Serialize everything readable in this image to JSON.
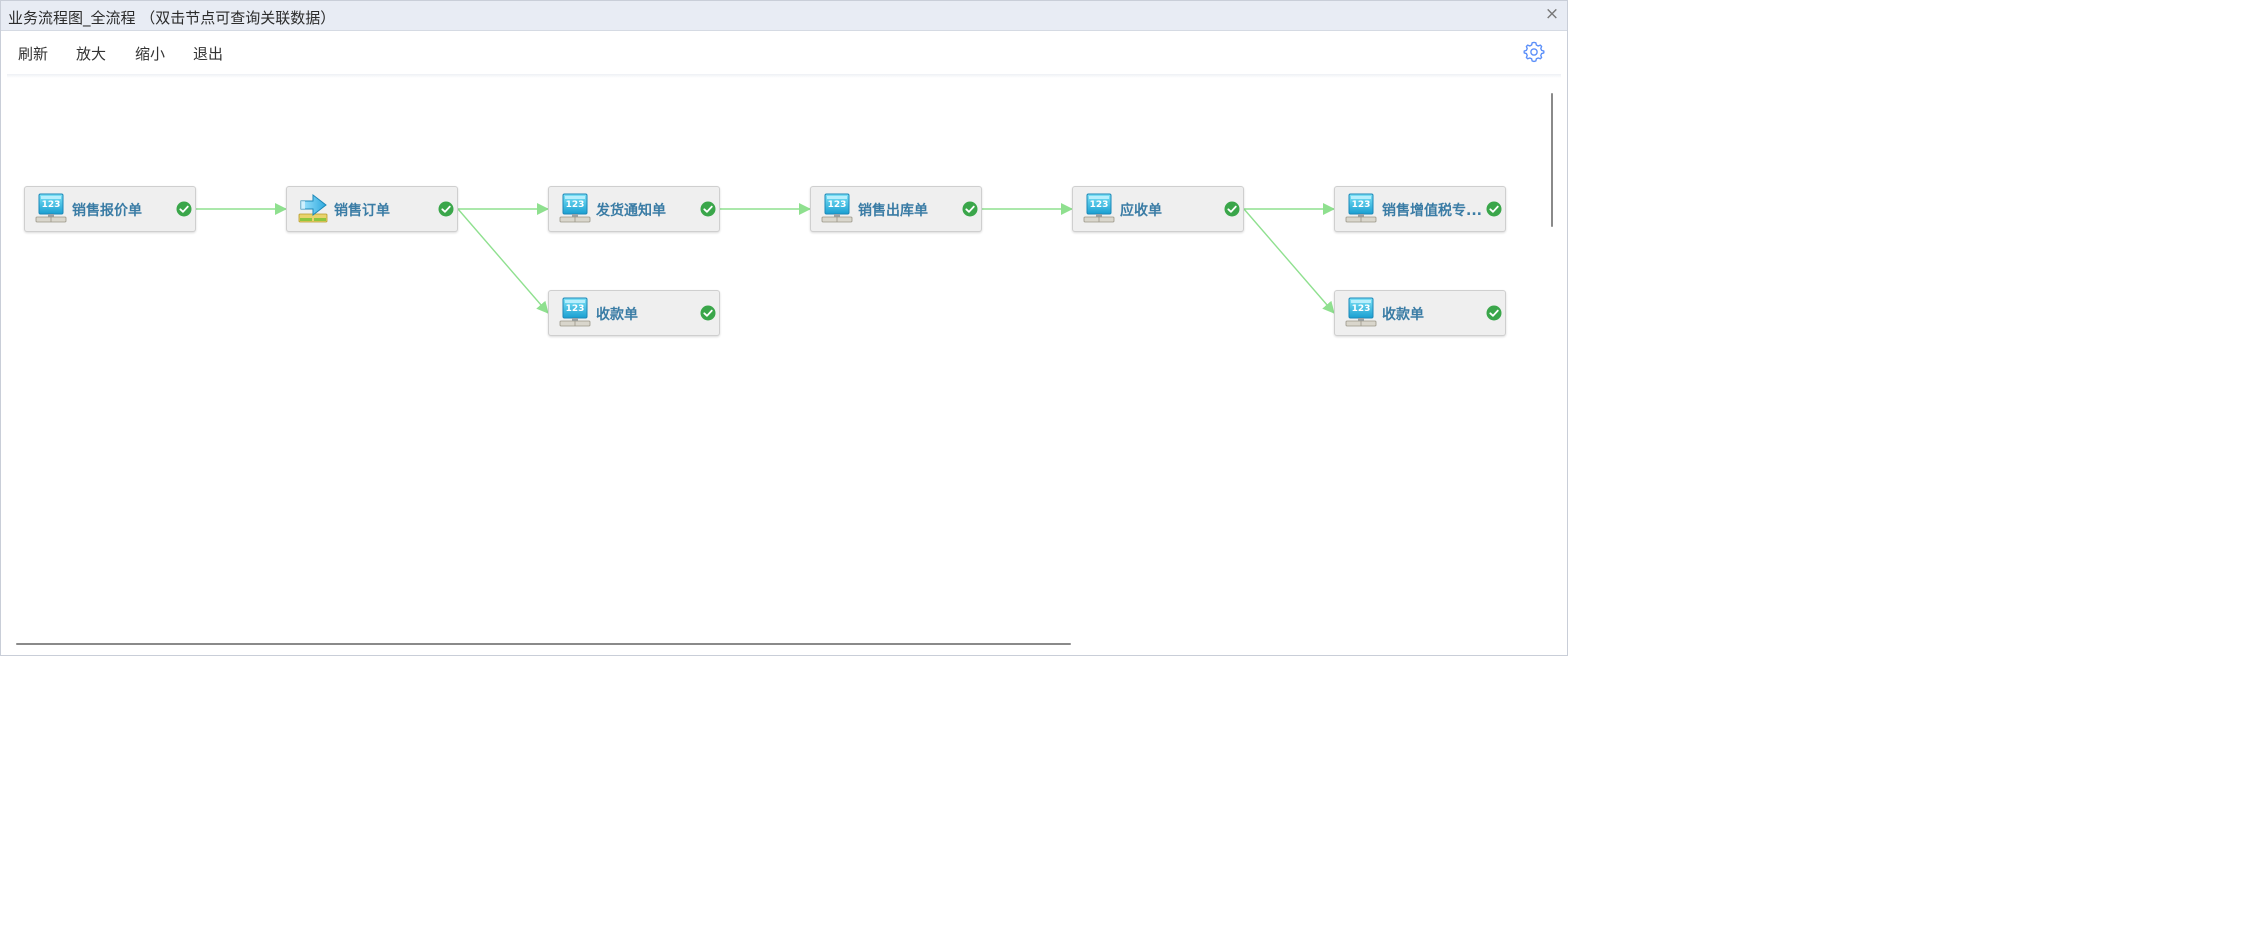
{
  "window": {
    "title": "业务流程图_全流程 （双击节点可查询关联数据）",
    "close_symbol": "×"
  },
  "toolbar": {
    "refresh_label": "刷新",
    "zoom_in_label": "放大",
    "zoom_out_label": "缩小",
    "exit_label": "退出",
    "settings_icon": "gear-icon"
  },
  "colors": {
    "accent": "#3a7ca5",
    "edge": "#8fe08f",
    "check": "#3aa64a",
    "gear": "#5b8ff9"
  },
  "flow": {
    "nodes": [
      {
        "label": "销售报价单",
        "icon": "document-computer-icon",
        "status": "completed"
      },
      {
        "label": "销售订单",
        "icon": "order-transfer-icon",
        "status": "completed"
      },
      {
        "label": "发货通知单",
        "icon": "document-computer-icon",
        "status": "completed"
      },
      {
        "label": "销售出库单",
        "icon": "document-computer-icon",
        "status": "completed"
      },
      {
        "label": "应收单",
        "icon": "document-computer-icon",
        "status": "completed"
      },
      {
        "label": "销售增值税专...",
        "icon": "document-computer-icon",
        "status": "completed"
      },
      {
        "label": "收款单",
        "icon": "document-computer-icon",
        "status": "completed"
      },
      {
        "label": "收款单",
        "icon": "document-computer-icon",
        "status": "completed"
      }
    ],
    "edges": [
      {
        "from": 0,
        "to": 1
      },
      {
        "from": 1,
        "to": 2
      },
      {
        "from": 1,
        "to": 6
      },
      {
        "from": 2,
        "to": 3
      },
      {
        "from": 3,
        "to": 4
      },
      {
        "from": 4,
        "to": 5
      },
      {
        "from": 4,
        "to": 7
      }
    ]
  }
}
